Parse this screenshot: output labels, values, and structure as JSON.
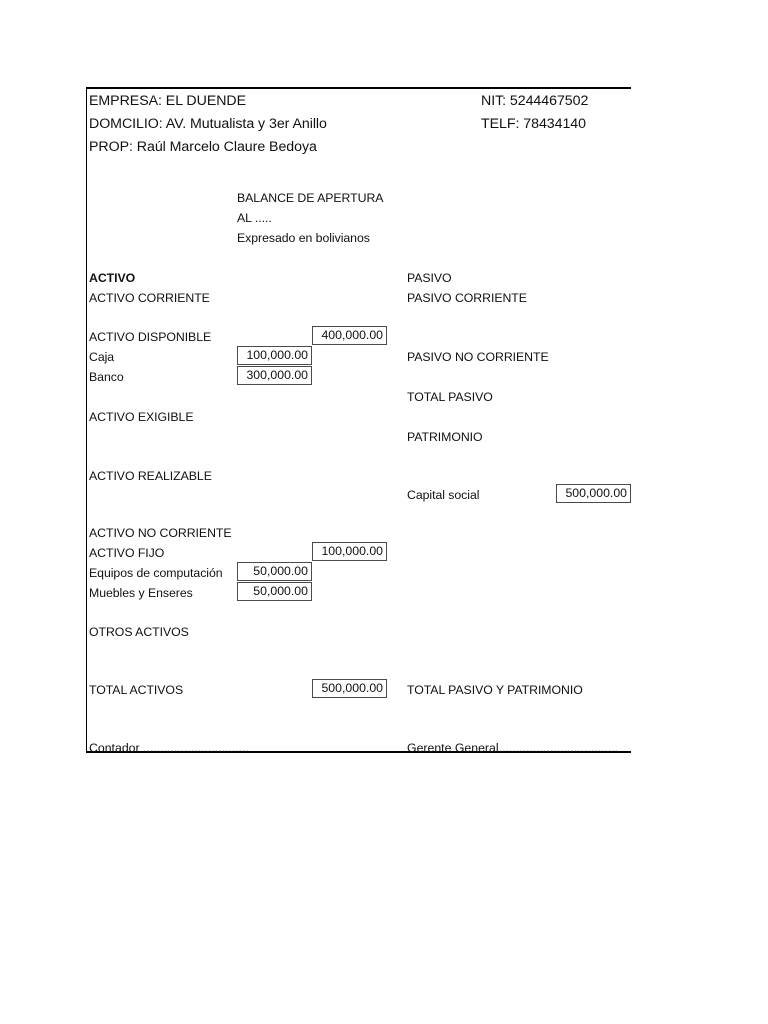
{
  "document": {
    "type": "balance-sheet",
    "currency_note": "Expresado en bolivianos"
  },
  "header": {
    "empresa_label": "EMPRESA: EL DUENDE",
    "domicilio_label": "DOMCILIO: AV. Mutualista y 3er Anillo",
    "prop_label": "PROP: Raúl Marcelo Claure Bedoya",
    "nit_label": "NIT: 5244467502",
    "telf_label": "TELF: 78434140"
  },
  "title_block": {
    "line1": "BALANCE DE APERTURA",
    "line2": "AL .....",
    "line3": "Expresado en bolivianos"
  },
  "assets": {
    "heading": "ACTIVO",
    "current_heading": "ACTIVO CORRIENTE",
    "available": {
      "label": "ACTIVO DISPONIBLE",
      "total": "400,000.00",
      "items": [
        {
          "label": "Caja",
          "value": "100,000.00"
        },
        {
          "label": "Banco",
          "value": "300,000.00"
        }
      ]
    },
    "receivable_heading": "ACTIVO EXIGIBLE",
    "inventory_heading": "ACTIVO REALIZABLE",
    "noncurrent_heading": "ACTIVO NO CORRIENTE",
    "fixed": {
      "label": "ACTIVO FIJO",
      "total": "100,000.00",
      "items": [
        {
          "label": "Equipos de computación",
          "value": "50,000.00"
        },
        {
          "label": "Muebles y Enseres",
          "value": "50,000.00"
        }
      ]
    },
    "other_heading": "OTROS ACTIVOS",
    "total": {
      "label": "TOTAL ACTIVOS",
      "value": "500,000.00"
    }
  },
  "liabilities": {
    "heading": "PASIVO",
    "current_heading": "PASIVO CORRIENTE",
    "noncurrent_heading": "PASIVO NO CORRIENTE",
    "total_heading": "TOTAL PASIVO",
    "equity_heading": "PATRIMONIO",
    "capital": {
      "label": "Capital social",
      "value": "500,000.00"
    },
    "total": {
      "label": "TOTAL PASIVO Y PATRIMONIO",
      "value": ""
    }
  },
  "signatures": {
    "accountant": "Contador ...............................",
    "manager": "Gerente General..................................."
  },
  "colors": {
    "text": "#111111",
    "border": "#000000",
    "box_border": "#4a4a4a",
    "page_background": "#ffffff"
  }
}
